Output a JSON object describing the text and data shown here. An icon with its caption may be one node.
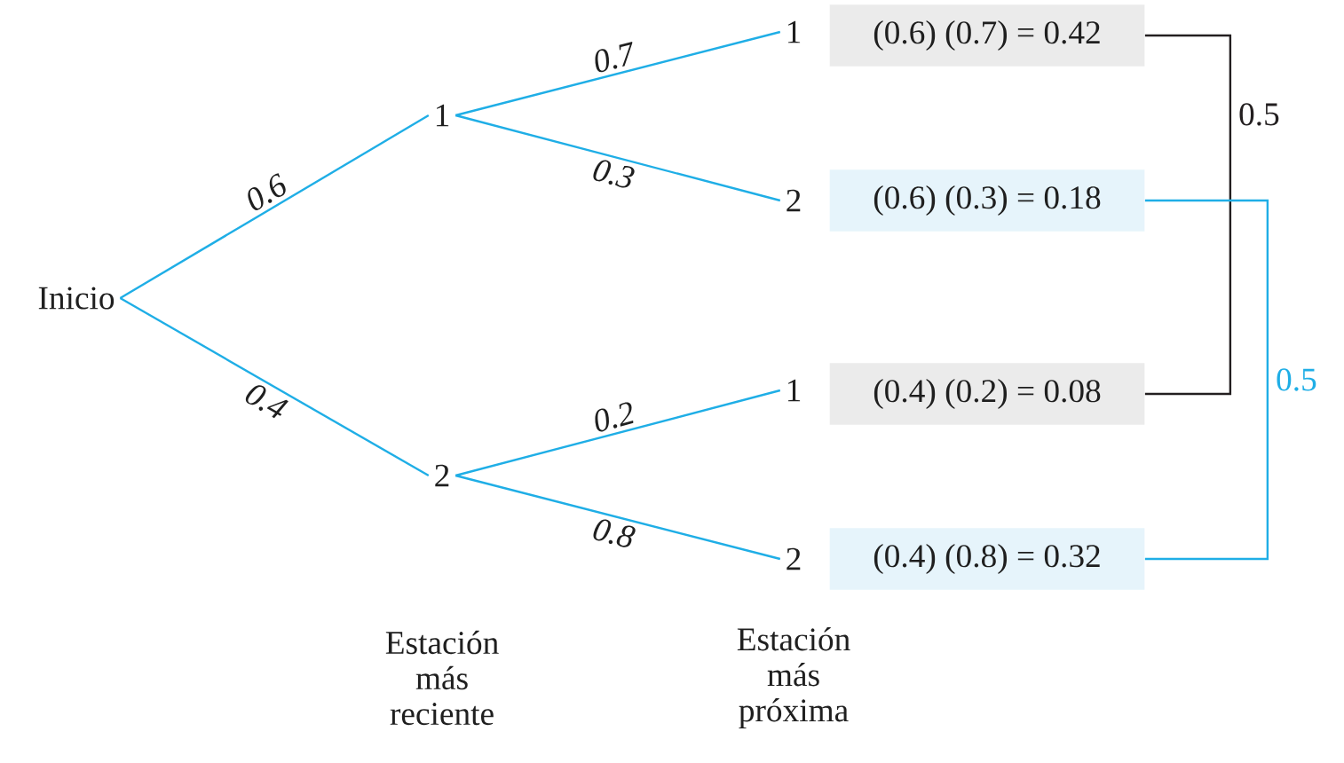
{
  "diagram": {
    "nodes": [
      {
        "text": [
          "Inicio"
        ]
      },
      {
        "text": [
          "1"
        ]
      },
      {
        "text": [
          "2"
        ]
      },
      {
        "text": [
          "1"
        ]
      },
      {
        "text": [
          "2"
        ]
      },
      {
        "text": [
          "1"
        ]
      },
      {
        "text": [
          "2"
        ]
      },
      {
        "text": [
          "(0.6) (0.7) = 0.42"
        ]
      },
      {
        "text": [
          "(0.6) (0.3) = 0.18"
        ]
      },
      {
        "text": [
          "(0.4) (0.2) = 0.08"
        ]
      },
      {
        "text": [
          "(0.4) (0.8) = 0.32"
        ]
      }
    ],
    "edges": [
      {
        "from": 0,
        "to": 1,
        "arrow": "none",
        "label": "0.6"
      },
      {
        "from": 0,
        "to": 2,
        "arrow": "none",
        "label": "0.4"
      },
      {
        "from": 1,
        "to": 3,
        "arrow": "none",
        "label": "0.7"
      },
      {
        "from": 1,
        "to": 4,
        "arrow": "none",
        "label": "0.3"
      },
      {
        "from": 2,
        "to": 5,
        "arrow": "none",
        "label": "0.2"
      },
      {
        "from": 2,
        "to": 6,
        "arrow": "none",
        "label": "0.8"
      },
      {
        "from": 7,
        "to": 9,
        "arrow": "none",
        "label": "0.5",
        "color": "#231f20"
      },
      {
        "from": 8,
        "to": 10,
        "arrow": "none",
        "label": "0.5"
      }
    ],
    "labels": [
      "Estación más reciente",
      "Estación más próxima"
    ]
  }
}
